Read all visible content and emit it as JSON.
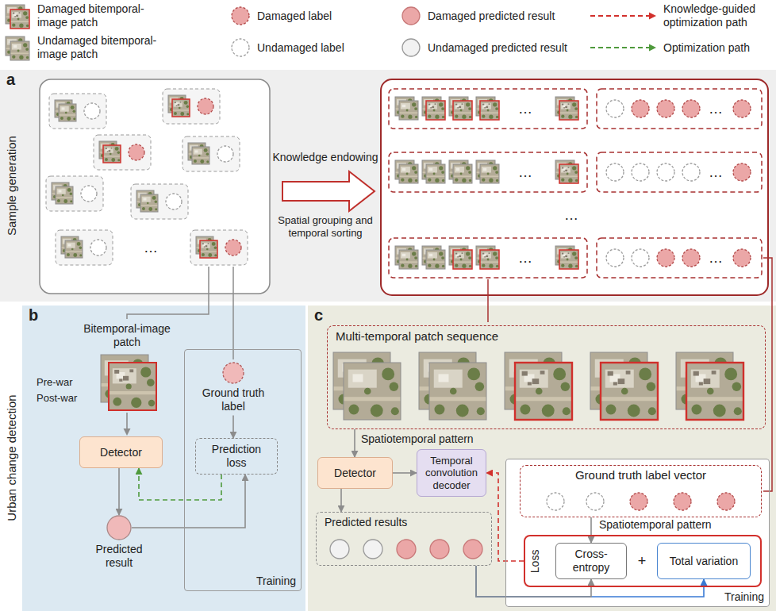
{
  "diagram": {
    "nodes": [
      {
        "text": [
          "a"
        ]
      },
      {
        "text": [
          "b"
        ]
      },
      {
        "text": [
          "Detector"
        ],
        "in": 1
      },
      {
        "text": [
          "Predicted result"
        ],
        "in": 1
      },
      {
        "text": [
          "Training"
        ],
        "in": 1
      },
      {
        "text": [
          "Ground truth label"
        ],
        "in": 4
      },
      {
        "text": [
          "Prediction loss"
        ],
        "in": 4
      },
      {
        "text": [
          "c"
        ]
      },
      {
        "text": [
          "Multi-temporal patch sequence"
        ],
        "in": 7
      },
      {
        "text": [
          "Detector"
        ],
        "in": 7
      },
      {
        "text": [
          "Temporal convolution decoder"
        ],
        "in": 7
      },
      {
        "text": [
          "Predicted results"
        ],
        "in": 7
      },
      {
        "text": [
          "Training"
        ],
        "in": 7
      },
      {
        "text": [
          "Ground truth label vector"
        ],
        "in": 12
      },
      {
        "text": [
          "Loss"
        ],
        "in": 12
      },
      {
        "text": [
          "Cross-entropy"
        ],
        "in": 14
      },
      {
        "text": [
          "Total variation"
        ],
        "in": 14
      }
    ],
    "edges": [
      {
        "from": 2,
        "to": 3,
        "arrow": "to"
      },
      {
        "from": 3,
        "to": 6,
        "arrow": "to"
      },
      {
        "from": 5,
        "to": 6,
        "arrow": "to"
      },
      {
        "from": 6,
        "to": 2,
        "arrow": "to"
      },
      {
        "from": 8,
        "to": 9,
        "arrow": "to"
      },
      {
        "from": 9,
        "to": 10,
        "arrow": "to"
      },
      {
        "from": 9,
        "to": 11,
        "arrow": "to"
      },
      {
        "from": 13,
        "to": 15,
        "arrow": "to"
      },
      {
        "from": 11,
        "to": 15,
        "arrow": "to"
      },
      {
        "from": 11,
        "to": 16,
        "arrow": "to"
      },
      {
        "from": 14,
        "to": 10,
        "arrow": "to"
      }
    ],
    "labels": [
      "Sample generation",
      "Urban change detection",
      "…",
      "Knowledge endowing",
      "Spatial grouping and temporal sorting",
      "…",
      "…",
      "…",
      "…",
      "…",
      "…",
      "…",
      "Bitemporal-image patch",
      "Pre-war",
      "Post-war",
      "Spatiotemporal pattern",
      "Spatiotemporal pattern",
      "+"
    ],
    "legend": [
      {
        "text": "Damaged bitemporal-image patch"
      },
      {
        "text": "Undamaged bitemporal-image patch"
      },
      {
        "text": "Damaged label"
      },
      {
        "text": "Undamaged label"
      },
      {
        "text": "Damaged predicted result"
      },
      {
        "text": "Undamaged predicted result"
      },
      {
        "text": "Knowledge-guided optimization path"
      },
      {
        "text": "Optimization path"
      }
    ]
  }
}
